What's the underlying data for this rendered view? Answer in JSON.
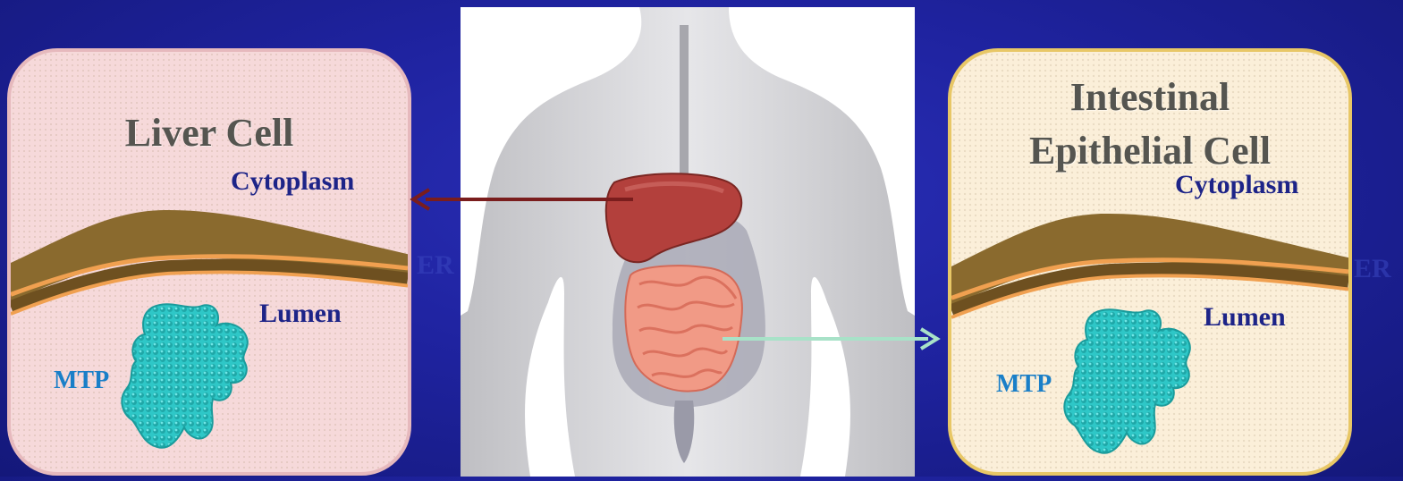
{
  "liver_panel": {
    "title": "Liver Cell",
    "cytoplasm_label": "Cytoplasm",
    "lumen_label": "Lumen",
    "mtp_label": "MTP",
    "er_label": "ER"
  },
  "intestine_panel": {
    "title_line1": "Intestinal",
    "title_line2": "Epithelial Cell",
    "cytoplasm_label": "Cytoplasm",
    "lumen_label": "Lumen",
    "mtp_label": "MTP",
    "er_label": "ER"
  },
  "colors": {
    "background": "#1f23a0",
    "liver_arrow": "#7a1d1d",
    "intestine_arrow": "#a8e2c8",
    "membrane_brown": "#8a6a2e",
    "membrane_orange": "#f0a050",
    "protein_cyan": "#2ec7c7"
  }
}
